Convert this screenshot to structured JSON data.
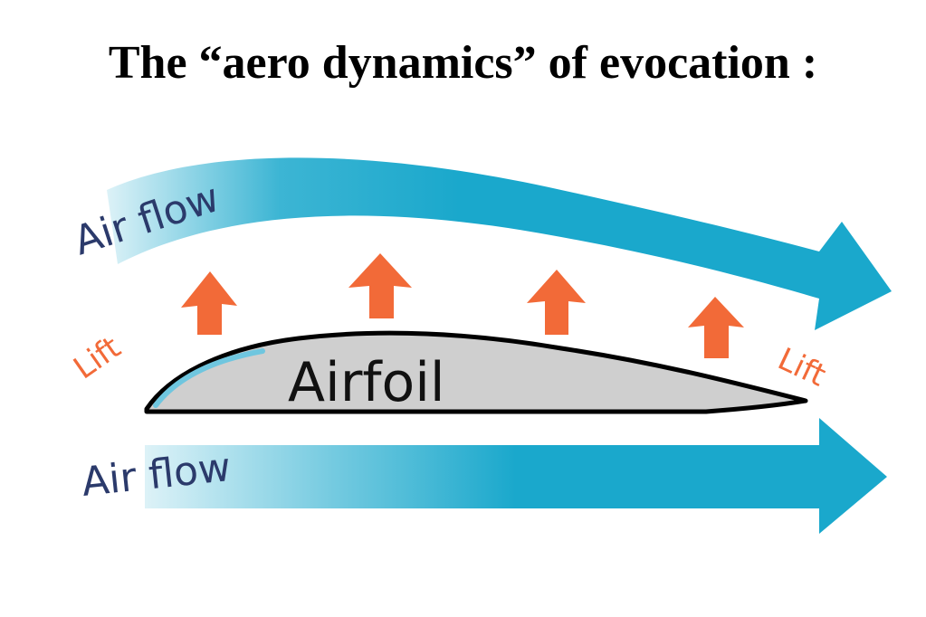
{
  "title": "The “aero dynamics” of evocation :",
  "diagram": {
    "top_flow_label": "Air flow",
    "bottom_flow_label": "Air flow",
    "airfoil_label": "Airfoil",
    "lift_left_label": "Lift",
    "lift_right_label": "Lift"
  },
  "colors": {
    "flow": "#1aa8cc",
    "lift": "#f26a38",
    "airfoil_fill": "#cfcfcf",
    "airfoil_outline": "#000000",
    "leading_edge": "#6fc6df",
    "label_text": "#2b3a6b"
  }
}
